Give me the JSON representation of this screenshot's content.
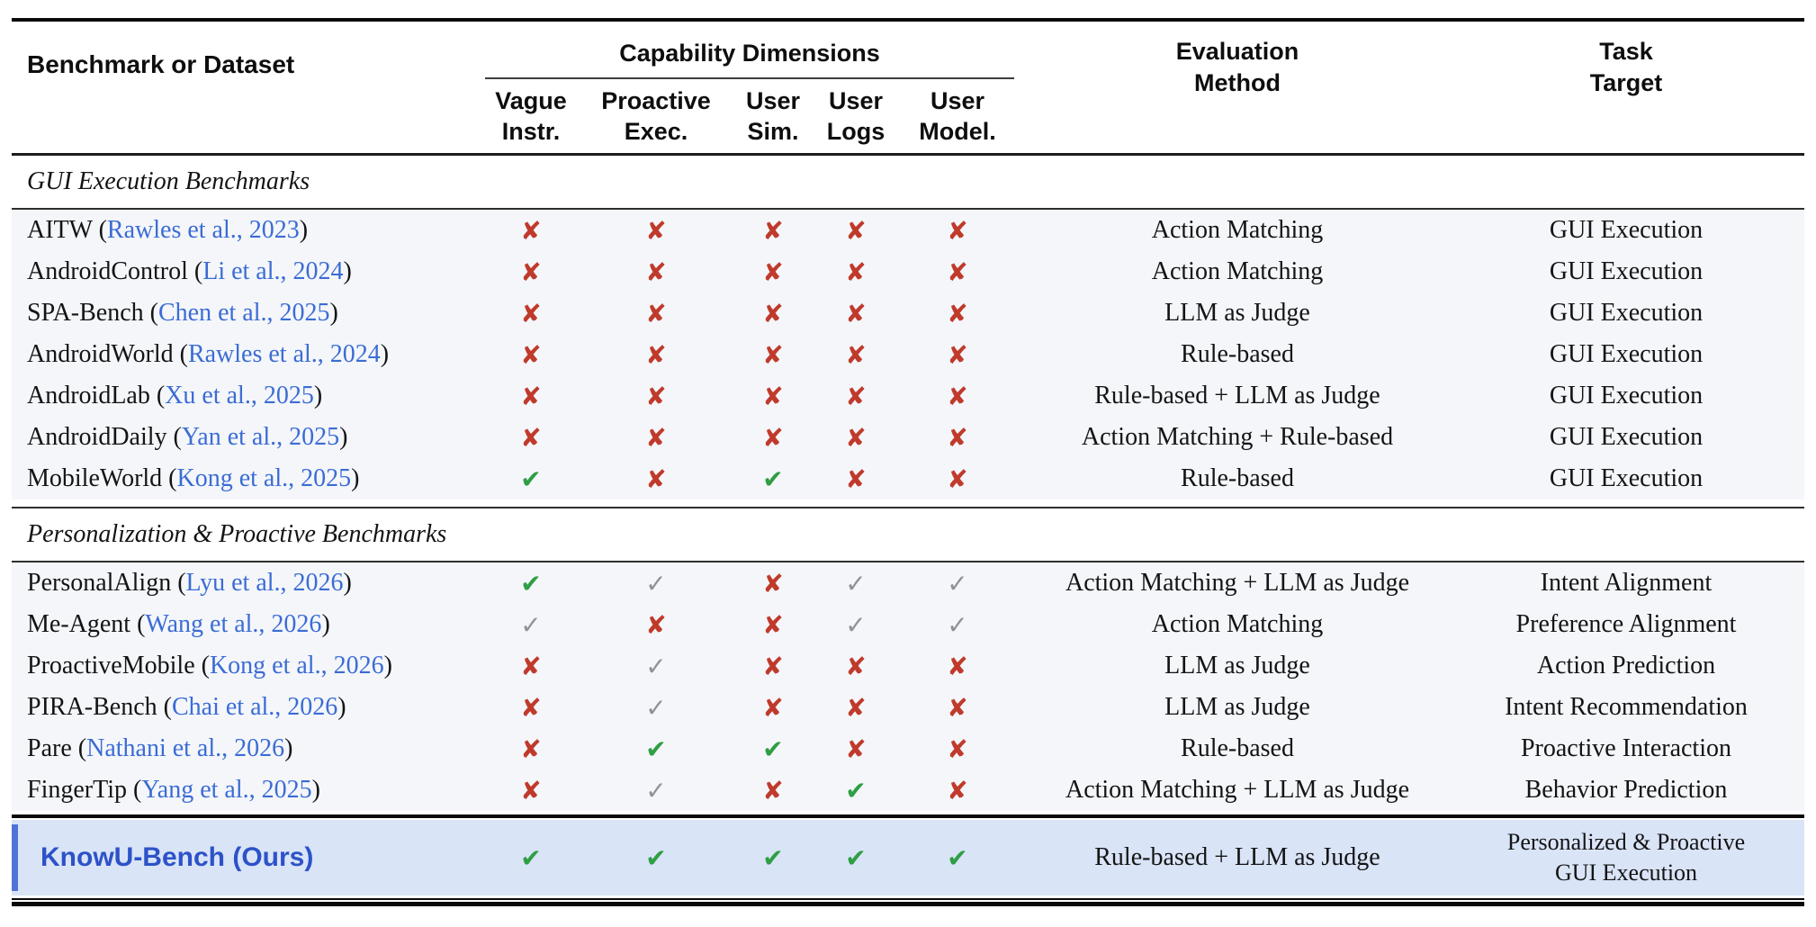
{
  "punct": {
    "open": " (",
    "close": ")"
  },
  "colors": {
    "link_blue": "#3b6cd4",
    "ours_text_blue": "#2d52c8",
    "ours_bar_blue": "#4f74d6",
    "ours_row_bg": "#d9e4f7",
    "data_row_bg": "#f4f6fa",
    "check_green": "#2f9e44",
    "check_gray": "#8f9399",
    "cross_red": "#c03a2b"
  },
  "marks": {
    "yes": {
      "glyph": "✔",
      "color": "#2f9e44",
      "name": "check-icon"
    },
    "soft": {
      "glyph": "✓",
      "color": "#8f9399",
      "name": "check-muted-icon"
    },
    "no": {
      "glyph": "✘",
      "color": "#c03a2b",
      "name": "cross-icon"
    }
  },
  "header": {
    "benchmark": "Benchmark or Dataset",
    "capability_group": "Capability Dimensions",
    "capability_cols": [
      {
        "l1": "Vague",
        "l2": "Instr."
      },
      {
        "l1": "Proactive",
        "l2": "Exec."
      },
      {
        "l1": "User",
        "l2": "Sim."
      },
      {
        "l1": "User",
        "l2": "Logs"
      },
      {
        "l1": "User",
        "l2": "Model."
      }
    ],
    "eval_l1": "Evaluation",
    "eval_l2": "Method",
    "target_l1": "Task",
    "target_l2": "Target"
  },
  "sections": [
    {
      "title": "GUI Execution Benchmarks",
      "rows": [
        {
          "name": "AITW",
          "cite": "Rawles et al., 2023",
          "checks": [
            "no",
            "no",
            "no",
            "no",
            "no"
          ],
          "eval": "Action Matching",
          "target": "GUI Execution"
        },
        {
          "name": "AndroidControl",
          "cite": "Li et al., 2024",
          "checks": [
            "no",
            "no",
            "no",
            "no",
            "no"
          ],
          "eval": "Action Matching",
          "target": "GUI Execution"
        },
        {
          "name": "SPA-Bench",
          "cite": "Chen et al., 2025",
          "checks": [
            "no",
            "no",
            "no",
            "no",
            "no"
          ],
          "eval": "LLM as Judge",
          "target": "GUI Execution"
        },
        {
          "name": "AndroidWorld",
          "cite": "Rawles et al., 2024",
          "checks": [
            "no",
            "no",
            "no",
            "no",
            "no"
          ],
          "eval": "Rule-based",
          "target": "GUI Execution"
        },
        {
          "name": "AndroidLab",
          "cite": "Xu et al., 2025",
          "checks": [
            "no",
            "no",
            "no",
            "no",
            "no"
          ],
          "eval": "Rule-based + LLM as Judge",
          "target": "GUI Execution"
        },
        {
          "name": "AndroidDaily",
          "cite": "Yan et al., 2025",
          "checks": [
            "no",
            "no",
            "no",
            "no",
            "no"
          ],
          "eval": "Action Matching + Rule-based",
          "target": "GUI Execution"
        },
        {
          "name": "MobileWorld",
          "cite": "Kong et al., 2025",
          "checks": [
            "yes",
            "no",
            "yes",
            "no",
            "no"
          ],
          "eval": "Rule-based",
          "target": "GUI Execution"
        }
      ]
    },
    {
      "title": "Personalization & Proactive Benchmarks",
      "rows": [
        {
          "name": "PersonalAlign",
          "cite": "Lyu et al., 2026",
          "checks": [
            "yes",
            "soft",
            "no",
            "soft",
            "soft"
          ],
          "eval": "Action Matching + LLM as Judge",
          "target": "Intent Alignment"
        },
        {
          "name": "Me-Agent",
          "cite": "Wang et al., 2026",
          "checks": [
            "soft",
            "no",
            "no",
            "soft",
            "soft"
          ],
          "eval": "Action Matching",
          "target": "Preference Alignment"
        },
        {
          "name": "ProactiveMobile",
          "cite": "Kong et al., 2026",
          "checks": [
            "no",
            "soft",
            "no",
            "no",
            "no"
          ],
          "eval": "LLM as Judge",
          "target": "Action Prediction"
        },
        {
          "name": "PIRA-Bench",
          "cite": "Chai et al., 2026",
          "checks": [
            "no",
            "soft",
            "no",
            "no",
            "no"
          ],
          "eval": "LLM as Judge",
          "target": "Intent Recommendation"
        },
        {
          "name": "Pare",
          "cite": "Nathani et al., 2026",
          "checks": [
            "no",
            "yes",
            "yes",
            "no",
            "no"
          ],
          "eval": "Rule-based",
          "target": "Proactive Interaction"
        },
        {
          "name": "FingerTip",
          "cite": "Yang et al., 2025",
          "checks": [
            "no",
            "soft",
            "no",
            "yes",
            "no"
          ],
          "eval": "Action Matching + LLM as Judge",
          "target": "Behavior Prediction"
        }
      ]
    }
  ],
  "ours": {
    "name": "KnowU-Bench (Ours)",
    "checks": [
      "yes",
      "yes",
      "yes",
      "yes",
      "yes"
    ],
    "eval": "Rule-based + LLM as Judge",
    "target_l1": "Personalized & Proactive",
    "target_l2": "GUI Execution"
  }
}
